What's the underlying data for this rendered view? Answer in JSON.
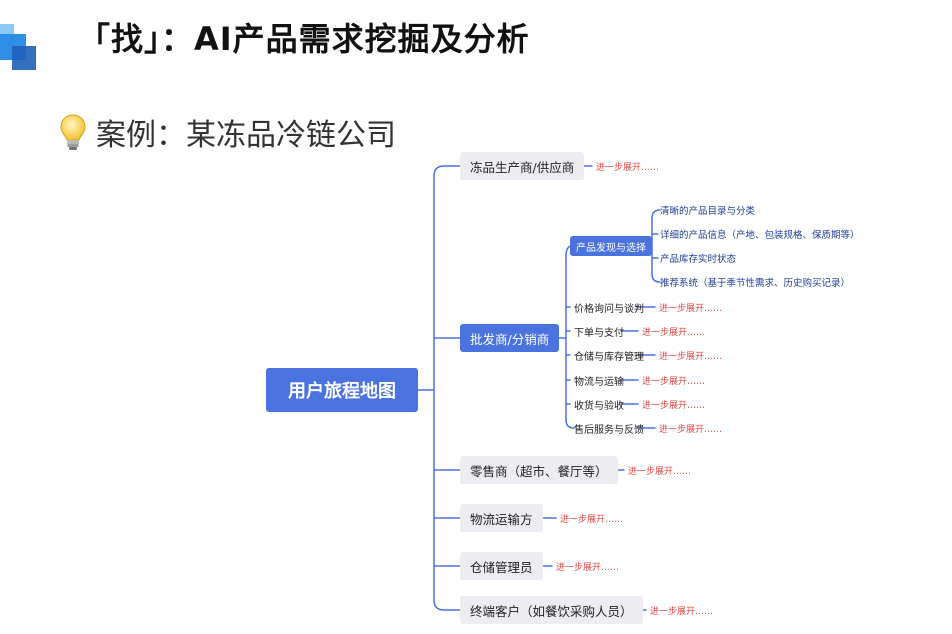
{
  "header": {
    "title": "「找」：AI产品需求挖掘及分析"
  },
  "case": {
    "label": "案例：某冻品冷链公司"
  },
  "mindmap": {
    "root": "用户旅程地图",
    "more_label": "进一步展开……",
    "stakeholders": [
      {
        "label": "冻品生产商/供应商"
      },
      {
        "label": "批发商/分销商"
      },
      {
        "label": "零售商（超市、餐厅等）"
      },
      {
        "label": "物流运输方"
      },
      {
        "label": "仓储管理员"
      },
      {
        "label": "终端客户（如餐饮采购人员）"
      }
    ],
    "distributor_stages": [
      {
        "label": "产品发现与选择"
      },
      {
        "label": "价格询问与谈判"
      },
      {
        "label": "下单与支付"
      },
      {
        "label": "仓储与库存管理"
      },
      {
        "label": "物流与运输"
      },
      {
        "label": "收货与验收"
      },
      {
        "label": "售后服务与反馈"
      }
    ],
    "discovery_details": [
      {
        "label": "清晰的产品目录与分类"
      },
      {
        "label": "详细的产品信息（产地、包装规格、保质期等）"
      },
      {
        "label": "产品库存实时状态"
      },
      {
        "label": "推荐系统（基于季节性需求、历史购买记录）"
      }
    ]
  },
  "colors": {
    "accent": "#4a73e0",
    "line": "#4a73e0",
    "more_text": "#e04a4a",
    "node_bg": "#ececf1"
  }
}
